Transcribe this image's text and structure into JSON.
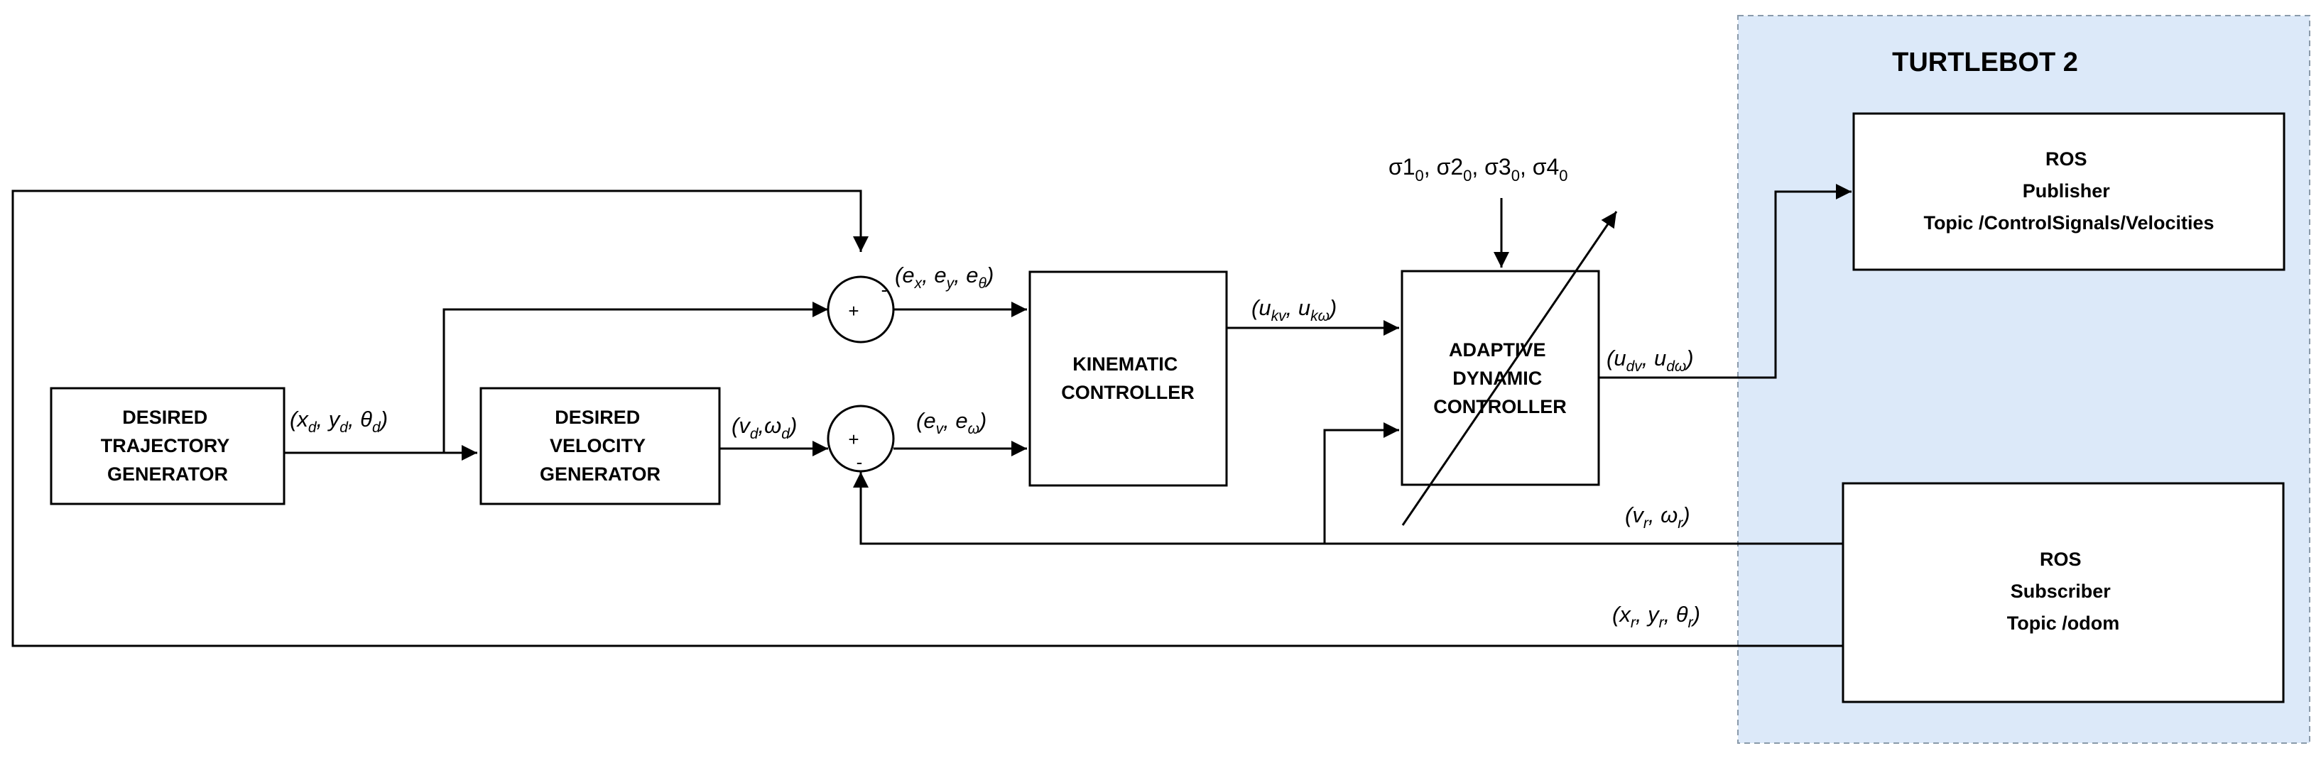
{
  "colors": {
    "robot_region_fill": "#dce9f9",
    "robot_region_border": "#8a9aaa",
    "line": "#000000"
  },
  "robot_title": "TURTLEBOT 2",
  "blocks": {
    "desired_trajectory": [
      "DESIRED",
      "TRAJECTORY",
      "GENERATOR"
    ],
    "desired_velocity": [
      "DESIRED",
      "VELOCITY",
      "GENERATOR"
    ],
    "kinematic": [
      "KINEMATIC",
      "CONTROLLER"
    ],
    "adaptive_dynamic": [
      "ADAPTIVE",
      "DYNAMIC",
      "CONTROLLER"
    ],
    "ros_publisher": [
      "ROS",
      "Publisher",
      "Topic /ControlSignals/Velocities"
    ],
    "ros_subscriber": [
      "ROS",
      "Subscriber",
      "Topic /odom"
    ]
  },
  "signals": {
    "desired_pose": {
      "open": "(",
      "p1": "x",
      "s1": "d",
      "sep1": ", ",
      "p2": "y",
      "s2": "d",
      "sep2": ", ",
      "p3": "θ",
      "s3": "d",
      "close": ")"
    },
    "desired_velocity": {
      "open": "(",
      "p1": "v",
      "s1": "d",
      "sep1": ",",
      "p2": "ω",
      "s2": "d",
      "close": ")"
    },
    "pose_error": {
      "open": "(",
      "p1": "e",
      "s1": "x",
      "sep1": ", ",
      "p2": "e",
      "s2": "y",
      "sep2": ", ",
      "p3": "e",
      "s3": "θ",
      "close": ")"
    },
    "velocity_error": {
      "open": "(",
      "p1": "e",
      "s1": "v",
      "sep1": ", ",
      "p2": "e",
      "s2": "ω",
      "close": ")"
    },
    "kinematic_output": {
      "open": "(",
      "p1": "u",
      "s1": "kv",
      "sep1": ", ",
      "p2": "u",
      "s2": "kω",
      "close": ")"
    },
    "dynamic_output": {
      "open": "(",
      "p1": "u",
      "s1": "dv",
      "sep1": ", ",
      "p2": "u",
      "s2": "dω",
      "close": ")"
    },
    "robot_velocity": {
      "open": "(",
      "p1": "v",
      "s1": "r",
      "sep1": ", ",
      "p2": "ω",
      "s2": "r",
      "close": ")"
    },
    "robot_pose": {
      "open": "(",
      "p1": "x",
      "s1": "r",
      "sep1": ", ",
      "p2": "y",
      "s2": "r",
      "sep2": ", ",
      "p3": "θ",
      "s3": "r",
      "close": ")"
    }
  },
  "adaptive_parameters": {
    "p1": "σ1",
    "s1": "0",
    "sep1": ", ",
    "p2": "σ2",
    "s2": "0",
    "sep2": ", ",
    "p3": "σ3",
    "s3": "0",
    "sep3": ", ",
    "p4": "σ4",
    "s4": "0"
  },
  "summing_junctions": {
    "pose": {
      "sign_top": "-",
      "sign_center": "+"
    },
    "velocity": {
      "sign_bottom": "-",
      "sign_center": "+"
    }
  }
}
